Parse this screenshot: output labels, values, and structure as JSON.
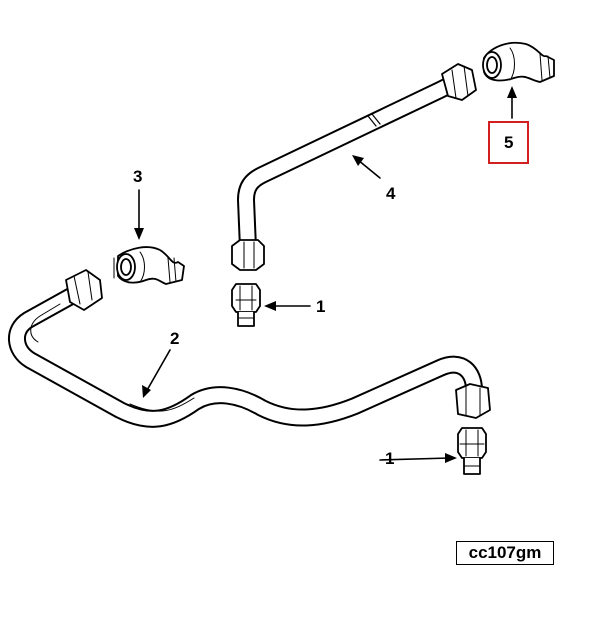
{
  "callouts": {
    "one_upper": "1",
    "one_lower": "1",
    "two": "2",
    "three": "3",
    "four": "4",
    "five": "5"
  },
  "highlight_color": "#d21f1f",
  "figure_id": "cc107gm"
}
